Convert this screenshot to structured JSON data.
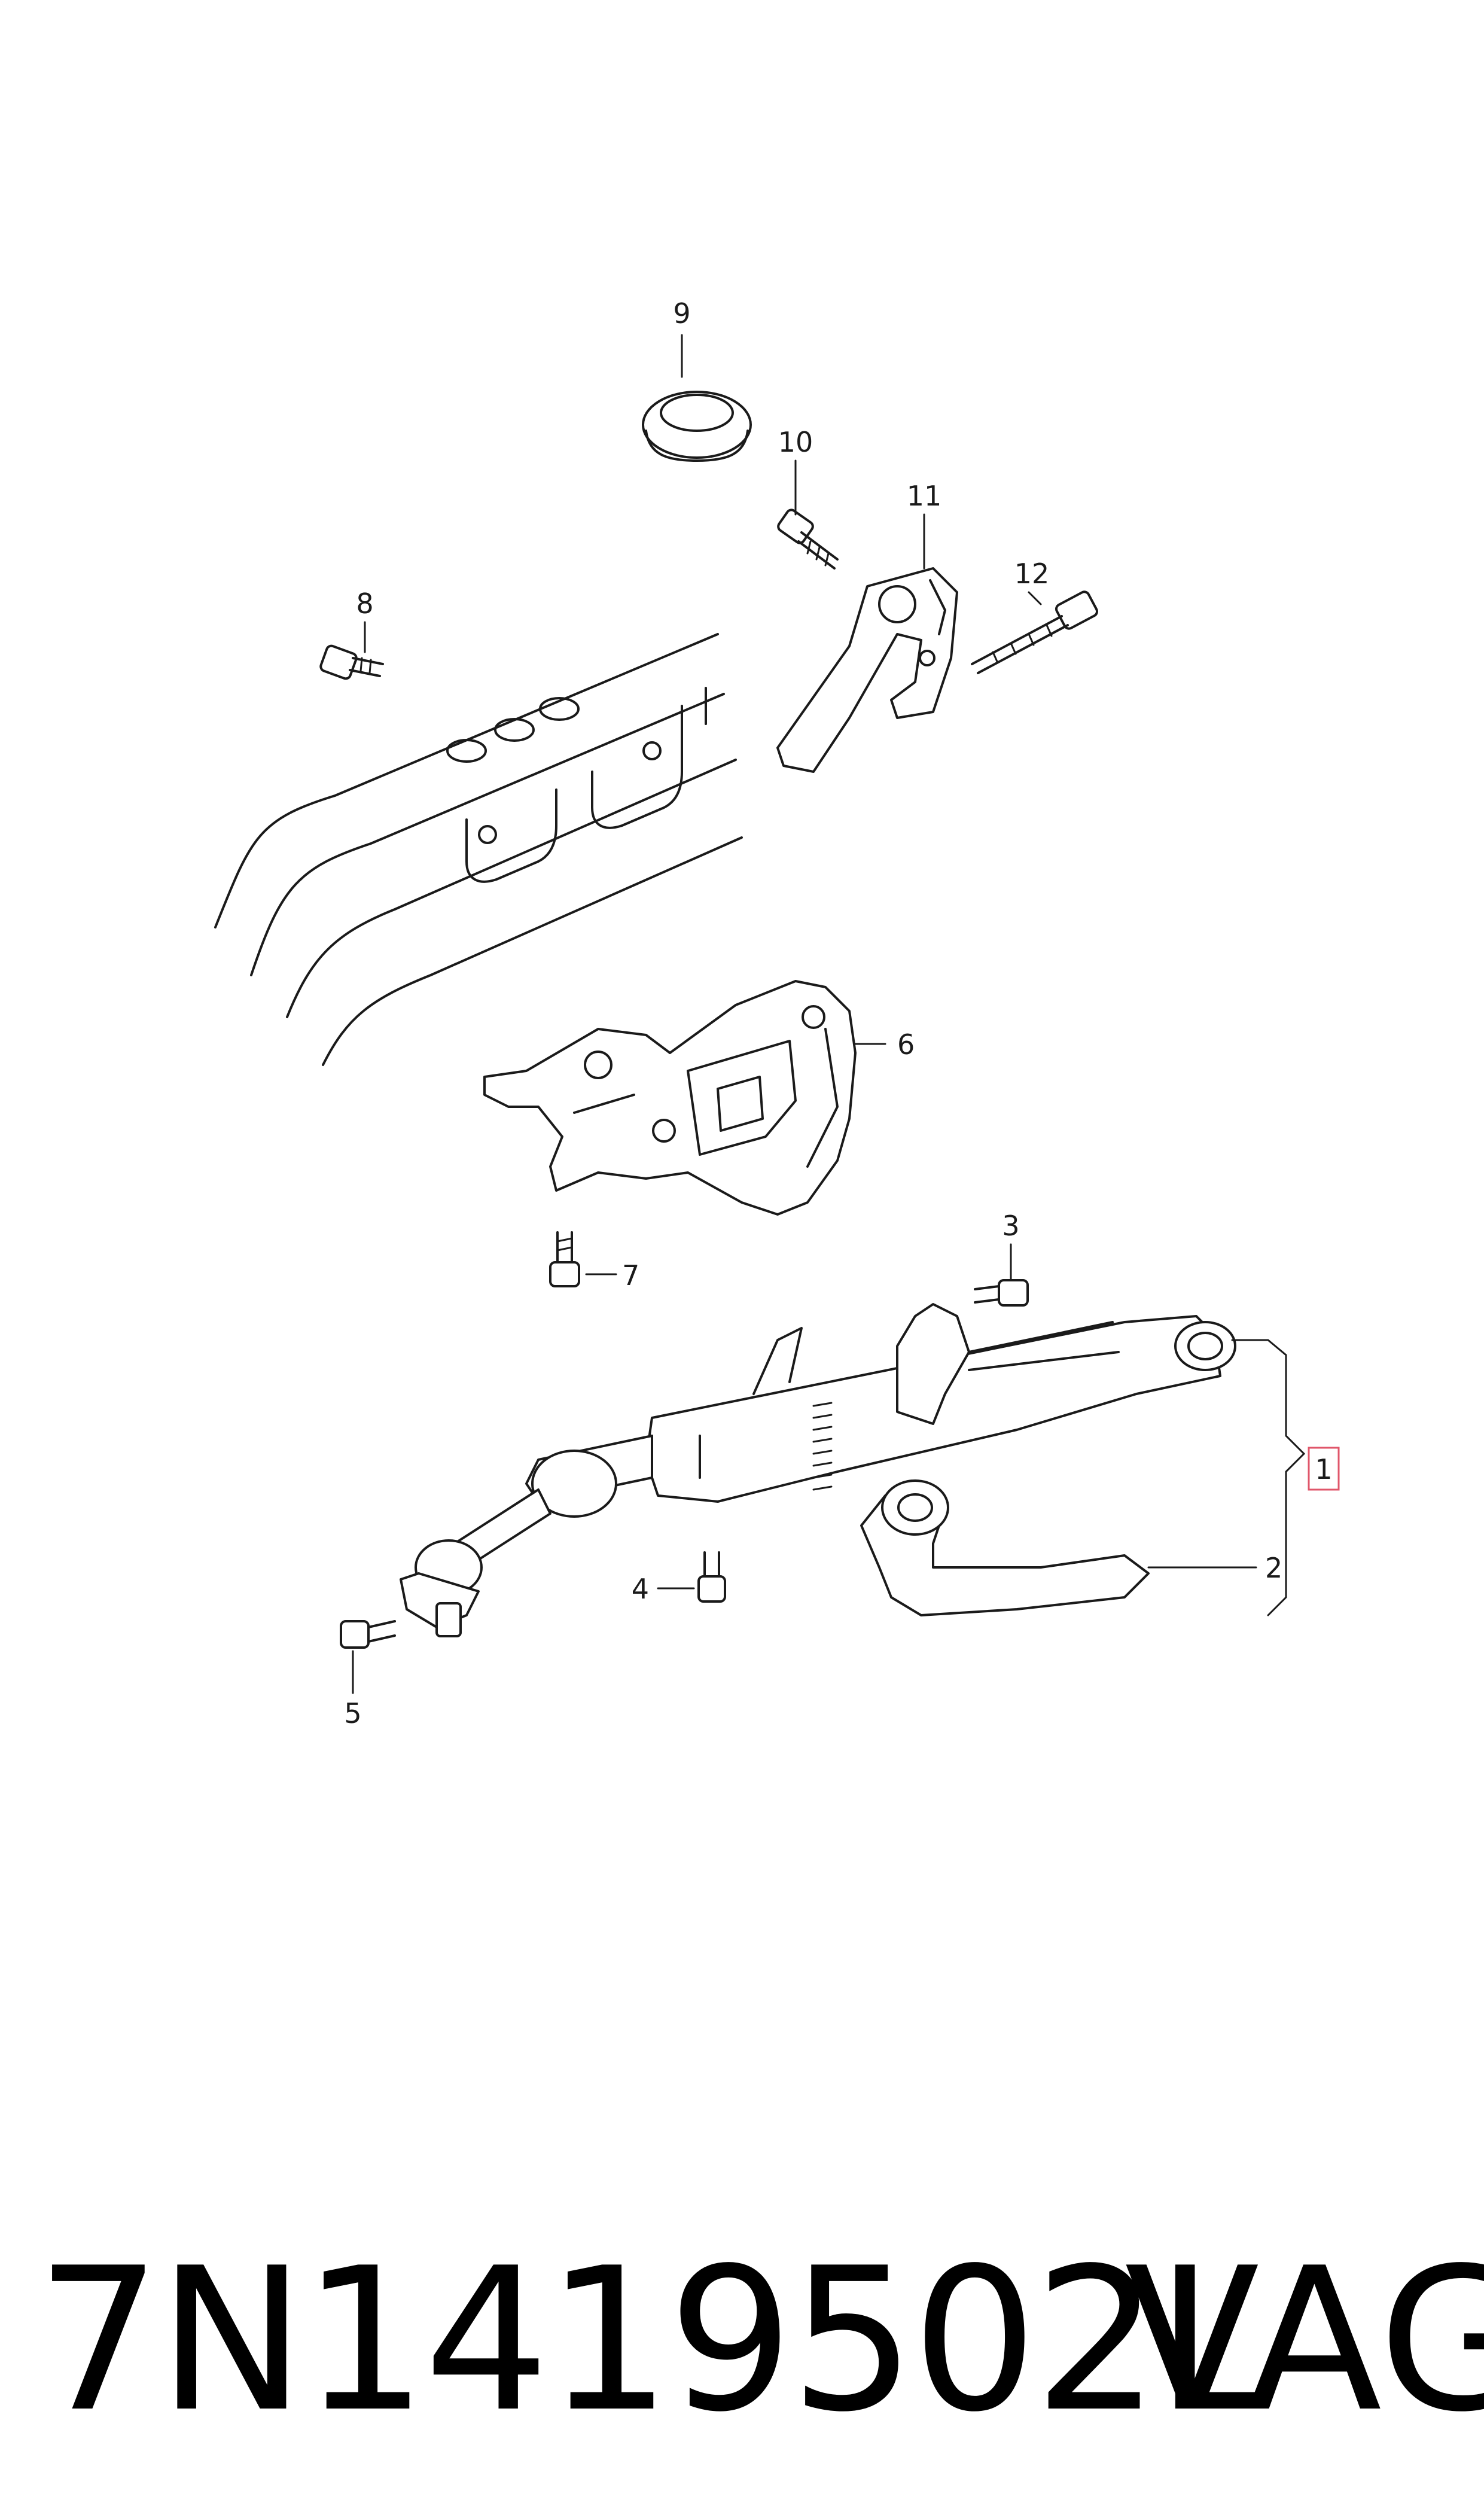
{
  "callouts": {
    "c1": "1",
    "c2": "2",
    "c3": "3",
    "c4": "4",
    "c5": "5",
    "c6": "6",
    "c7": "7",
    "c8": "8",
    "c9": "9",
    "c10": "10",
    "c11": "11",
    "c12": "12"
  },
  "footer": {
    "part_number": "7N1419502L",
    "brand": "VAG"
  },
  "colors": {
    "line": "#1a1a1a",
    "highlight": "#e0566a"
  }
}
